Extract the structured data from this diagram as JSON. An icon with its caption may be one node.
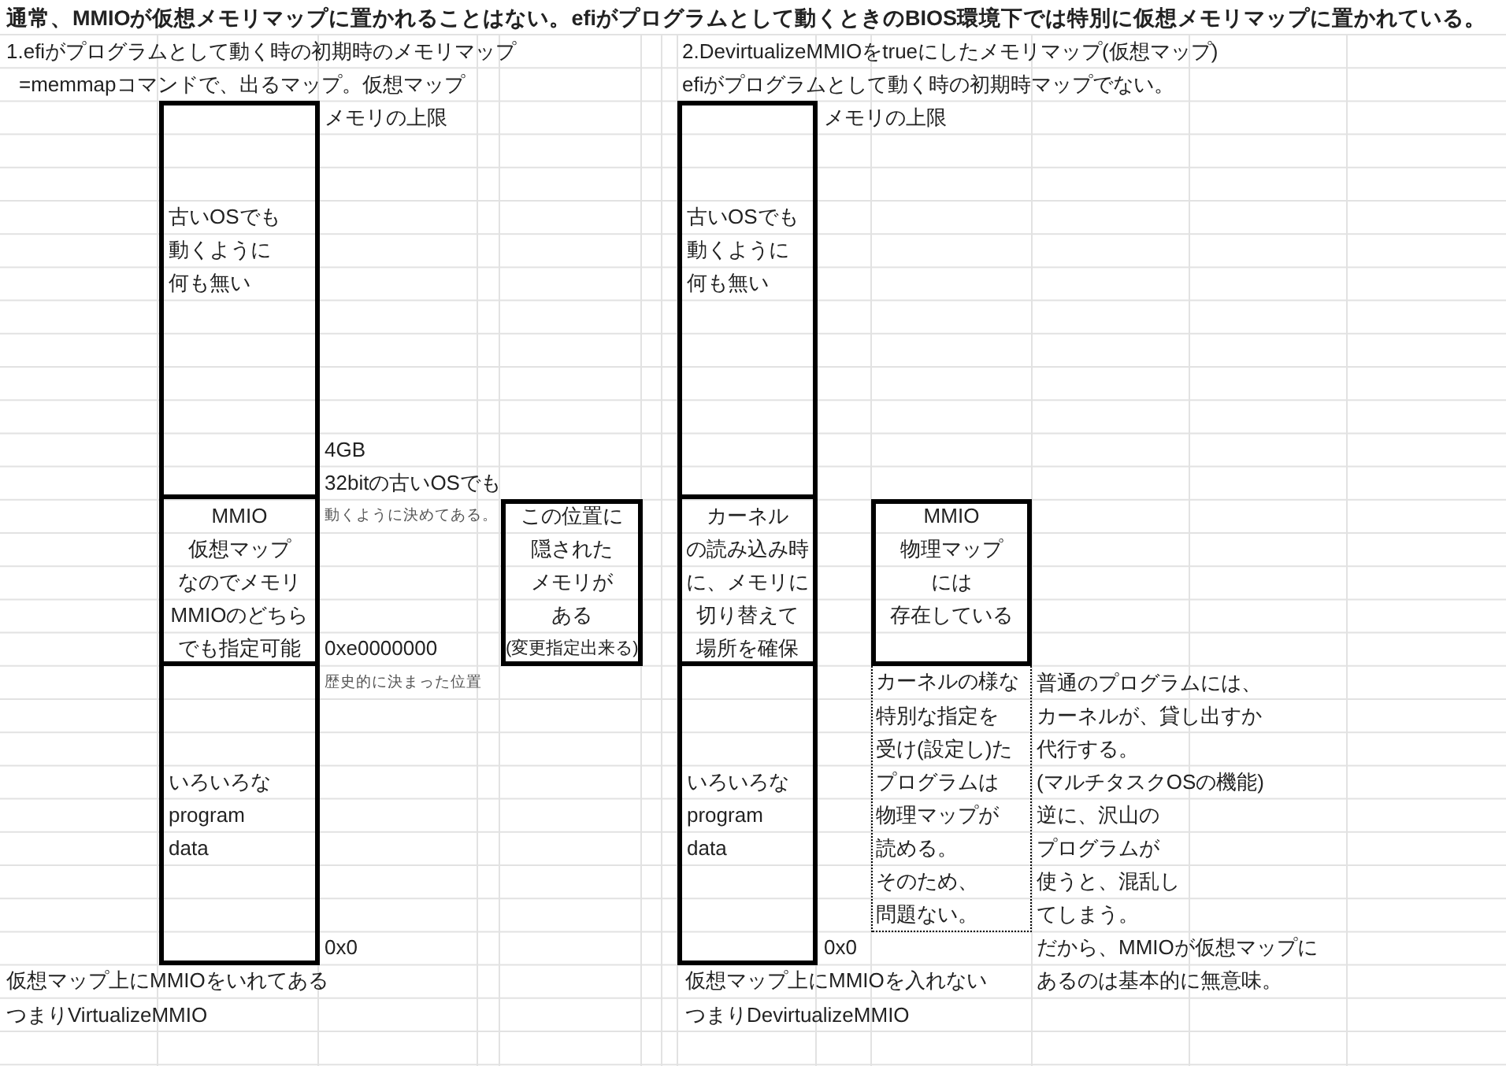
{
  "diagram": {
    "title": "通常、MMIOが仮想メモリマップに置かれることはない。efiがプログラムとして動くときのBIOS環境下では特別に仮想メモリマップに置かれている。",
    "nodes": [
      {
        "text": [
          "古いOSでも",
          "動くように",
          "何も無い"
        ]
      },
      {
        "text": [
          "MMIO",
          "仮想マップ",
          "なのでメモリ",
          "MMIOのどちら",
          "でも指定可能"
        ]
      },
      {
        "text": [
          "いろいろな",
          "program",
          "data"
        ]
      },
      {
        "text": [
          "この位置に",
          "隠された",
          "メモリが",
          "ある",
          "(変更指定出来る)"
        ]
      },
      {
        "text": [
          "古いOSでも",
          "動くように",
          "何も無い"
        ]
      },
      {
        "text": [
          "カーネル",
          "の読み込み時",
          "に、メモリに",
          "切り替えて",
          "場所を確保"
        ]
      },
      {
        "text": [
          "いろいろな",
          "program",
          "data"
        ]
      },
      {
        "text": [
          "MMIO",
          "物理マップ",
          "には",
          "存在している"
        ]
      },
      {
        "text": [
          "カーネルの様な",
          "特別な指定を",
          "受け(設定し)た",
          "プログラムは",
          "物理マップが",
          "読める。",
          "そのため、",
          "問題ない。"
        ]
      }
    ],
    "labels": [
      "1.efiがプログラムとして動く時の初期時のメモリマップ",
      "2.DevirtualizeMMIOをtrueにしたメモリマップ(仮想マップ)",
      "=memmapコマンドで、出るマップ。仮想マップ",
      "efiがプログラムとして動く時の初期時マップでない。",
      "メモリの上限",
      "メモリの上限",
      "4GB",
      "32bitの古いOSでも",
      "動くように決めてある。",
      "0xe0000000",
      "歴史的に決まった位置",
      "普通のプログラムには、",
      "カーネルが、貸し出すか",
      "代行する。",
      "(マルチタスクOSの機能)",
      "逆に、沢山の",
      "プログラムが",
      "使うと、混乱し",
      "てしまう。",
      "0x0",
      "0x0",
      "だから、MMIOが仮想マップに",
      "仮想マップ上にMMIOをいれてある",
      "仮想マップ上にMMIOを入れない",
      "あるのは基本的に無意味。",
      "つまりVirtualizeMMIO",
      "つまりDevirtualizeMMIO"
    ]
  }
}
